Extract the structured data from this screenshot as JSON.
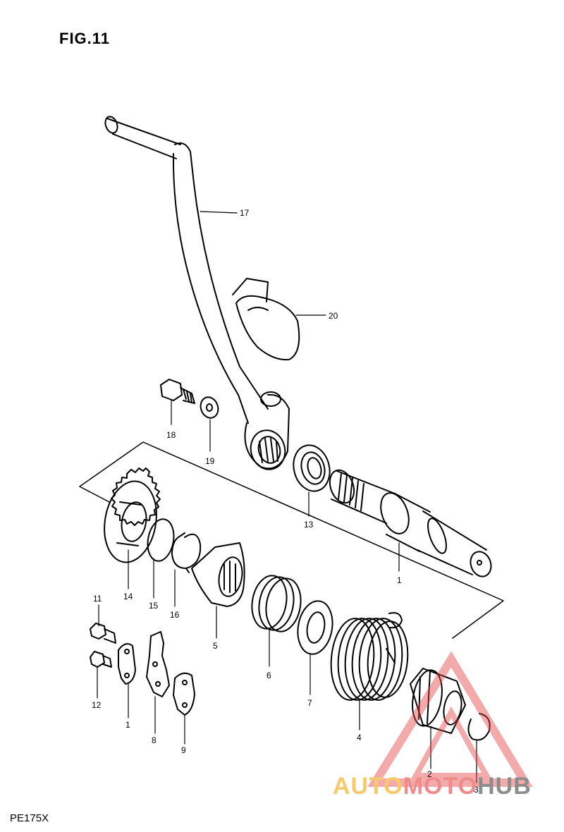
{
  "figure_title": "FIG.11",
  "model_code": "PE175X",
  "watermark": {
    "part1": "AUTO",
    "part2": "MOTO",
    "part3": "HUB",
    "colors": {
      "auto": "#f7c96a",
      "moto": "#f08b8b",
      "hub": "#8c8c8c",
      "triangle": "#e64545"
    }
  },
  "callouts": {
    "p1a": "1",
    "p2": "2",
    "p3": "3",
    "p4": "4",
    "p5": "5",
    "p6": "6",
    "p7": "7",
    "p8": "8",
    "p9": "9",
    "p1b": "1",
    "p11": "11",
    "p12": "12",
    "p13": "13",
    "p14": "14",
    "p15": "15",
    "p16": "16",
    "p17": "17",
    "p18": "18",
    "p19": "19",
    "p20": "20"
  }
}
